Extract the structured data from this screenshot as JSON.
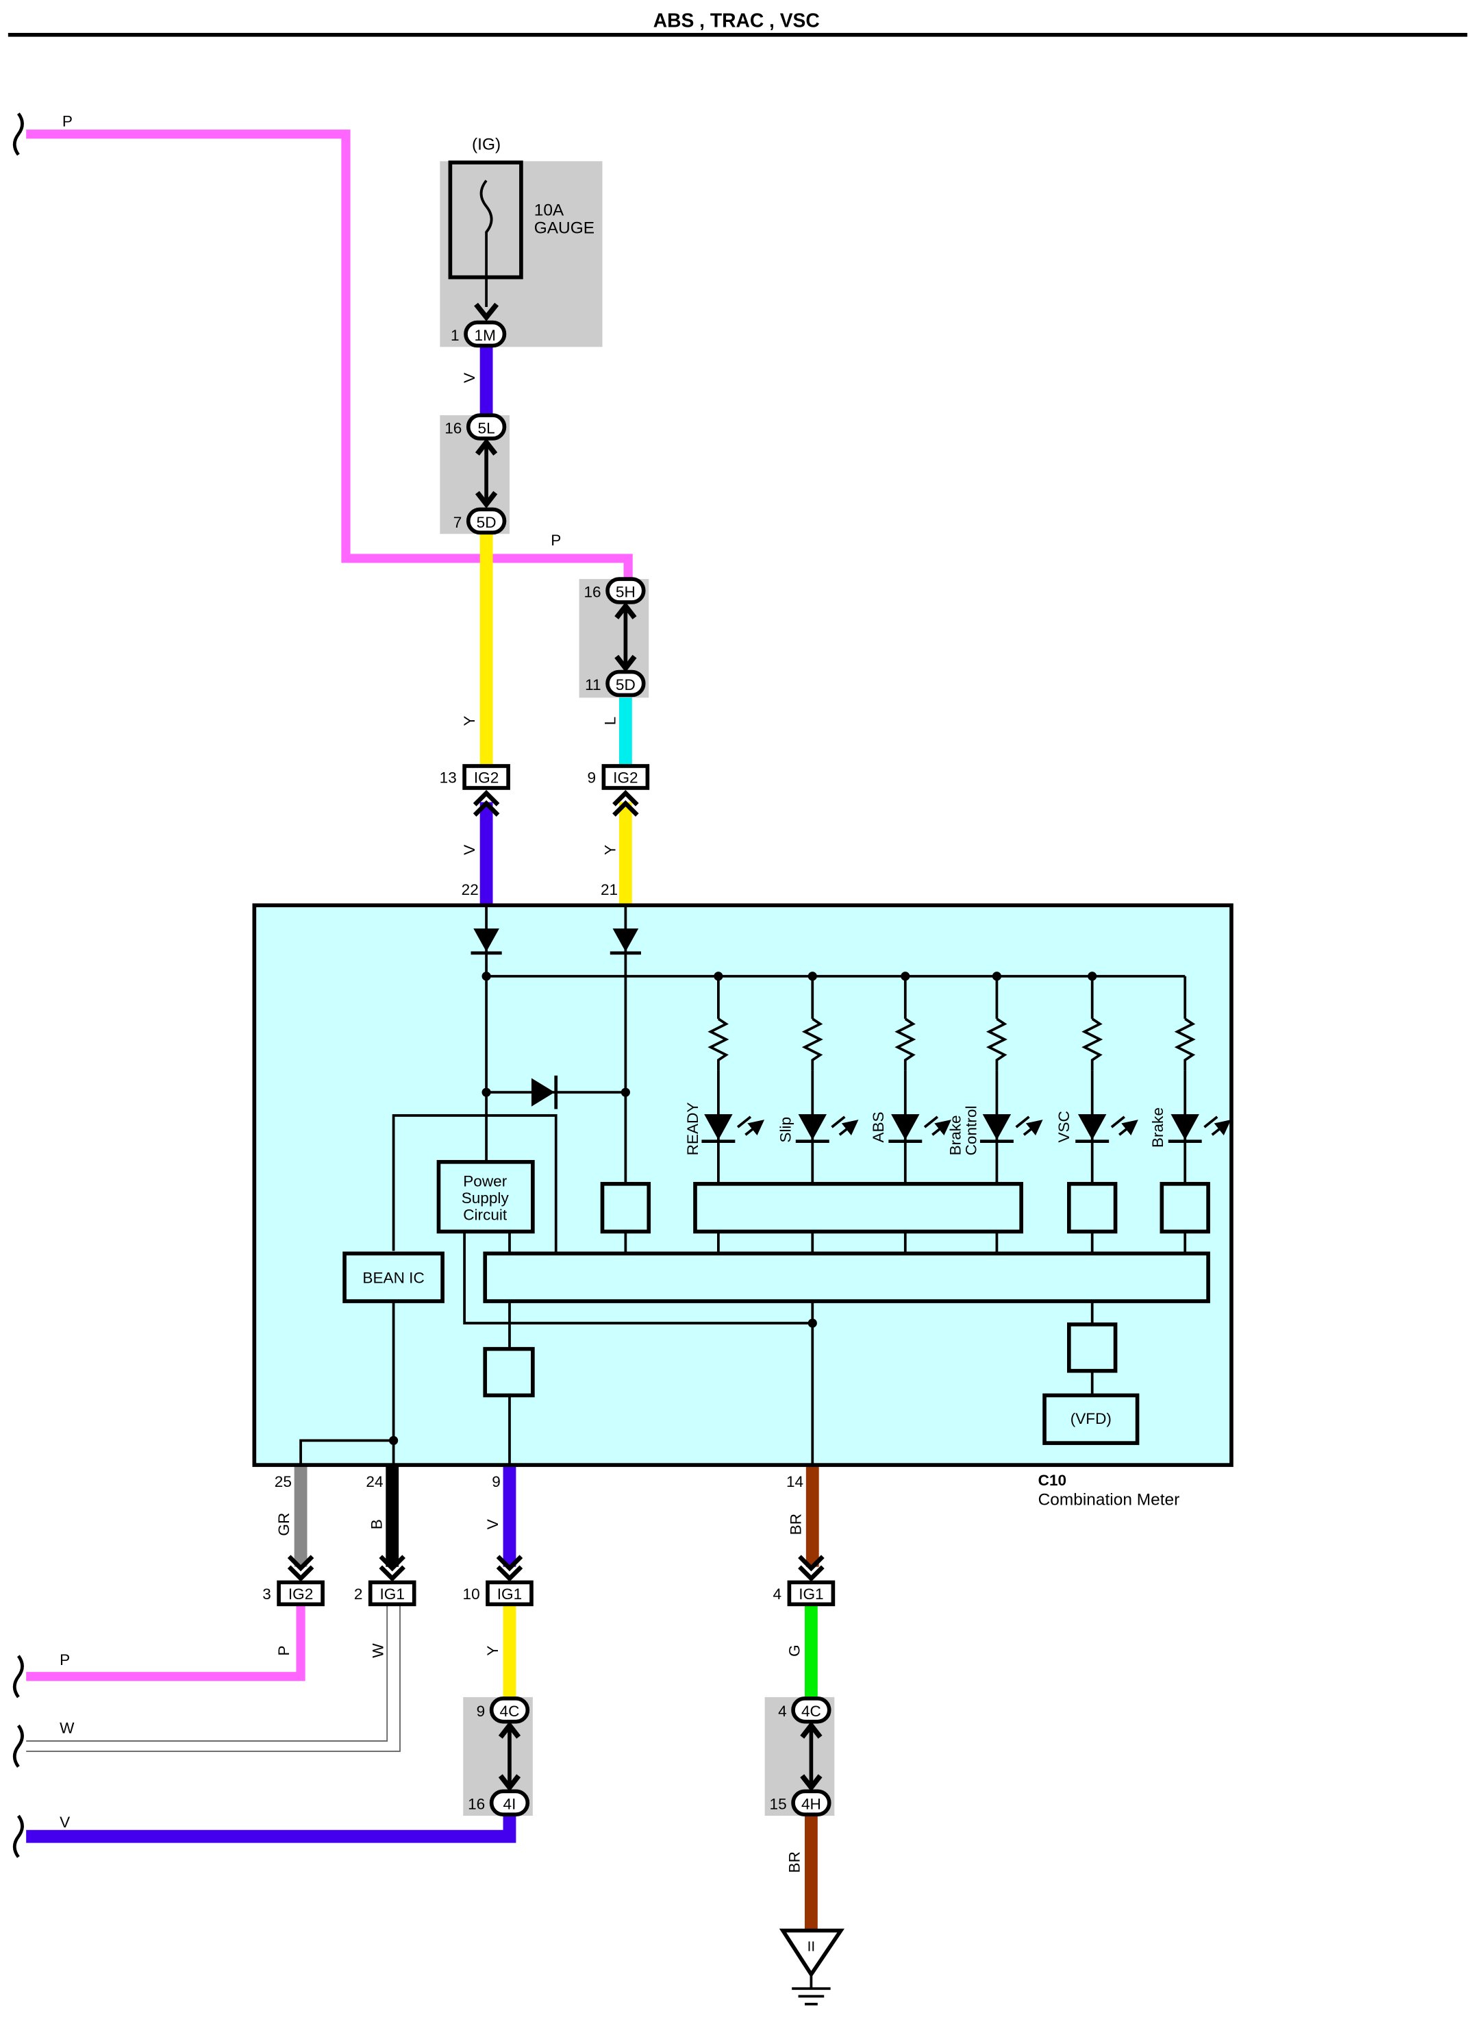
{
  "page_title": "ABS , TRAC , VSC",
  "colors": {
    "P": "#ff66ff",
    "V": "#4400ee",
    "Y": "#ffee00",
    "L": "#00eeee",
    "GR": "#888888",
    "B": "#000000",
    "W": "#ffffff",
    "G": "#00ee00",
    "BR": "#993300",
    "meter_fill": "#ccffff",
    "connector_box": "#cccccc"
  },
  "fuse": {
    "source": "(IG)",
    "rating": "10A",
    "name": "GAUGE",
    "pin": "1",
    "connector": "1M"
  },
  "junctions": [
    {
      "pin_top": "16",
      "conn_top": "5L",
      "pin_bottom": "7",
      "conn_bottom": "5D"
    },
    {
      "pin_top": "16",
      "conn_top": "5H",
      "pin_bottom": "11",
      "conn_bottom": "5D"
    },
    {
      "pin_top": "9",
      "conn_top": "4C",
      "pin_bottom": "16",
      "conn_bottom": "4I"
    },
    {
      "pin_top": "4",
      "conn_top": "4C",
      "pin_bottom": "15",
      "conn_bottom": "4H"
    }
  ],
  "ig_connectors": [
    {
      "pin": "13",
      "id": "IG2"
    },
    {
      "pin": "9",
      "id": "IG2"
    },
    {
      "pin": "3",
      "id": "IG2"
    },
    {
      "pin": "2",
      "id": "IG1"
    },
    {
      "pin": "10",
      "id": "IG1"
    },
    {
      "pin": "4",
      "id": "IG1"
    }
  ],
  "wire_labels": {
    "top_left": "P",
    "fuse_out": "V",
    "mid_p": "P",
    "left_y": "Y",
    "right_l": "L",
    "left_v": "V",
    "right_y": "Y",
    "gr": "GR",
    "b": "B",
    "v9": "V",
    "br14": "BR",
    "p_low": "P",
    "w_low": "W",
    "y_low": "Y",
    "g_low": "G",
    "left_p": "P",
    "left_w": "W",
    "left_v_bottom": "V",
    "br_ground": "BR"
  },
  "meter": {
    "code": "C10",
    "name": "Combination Meter",
    "top_pins": [
      "22",
      "21"
    ],
    "bottom_pins": [
      "25",
      "24",
      "9",
      "14"
    ],
    "power_supply": "Power Supply Circuit",
    "bean_ic": "BEAN IC",
    "vfd": "(VFD)",
    "indicators": [
      "READY",
      "Slip",
      "ABS",
      "Brake Control",
      "VSC",
      "Brake"
    ]
  },
  "ground_label": "II"
}
